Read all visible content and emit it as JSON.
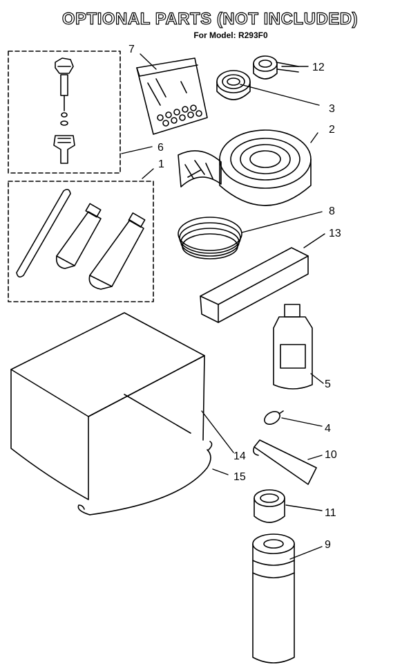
{
  "title": "OPTIONAL PARTS (NOT INCLUDED)",
  "subtitle": "For Model: R293F0",
  "callouts": [
    "1",
    "2",
    "3",
    "4",
    "5",
    "6",
    "7",
    "8",
    "9",
    "10",
    "11",
    "12",
    "13",
    "14",
    "15"
  ]
}
